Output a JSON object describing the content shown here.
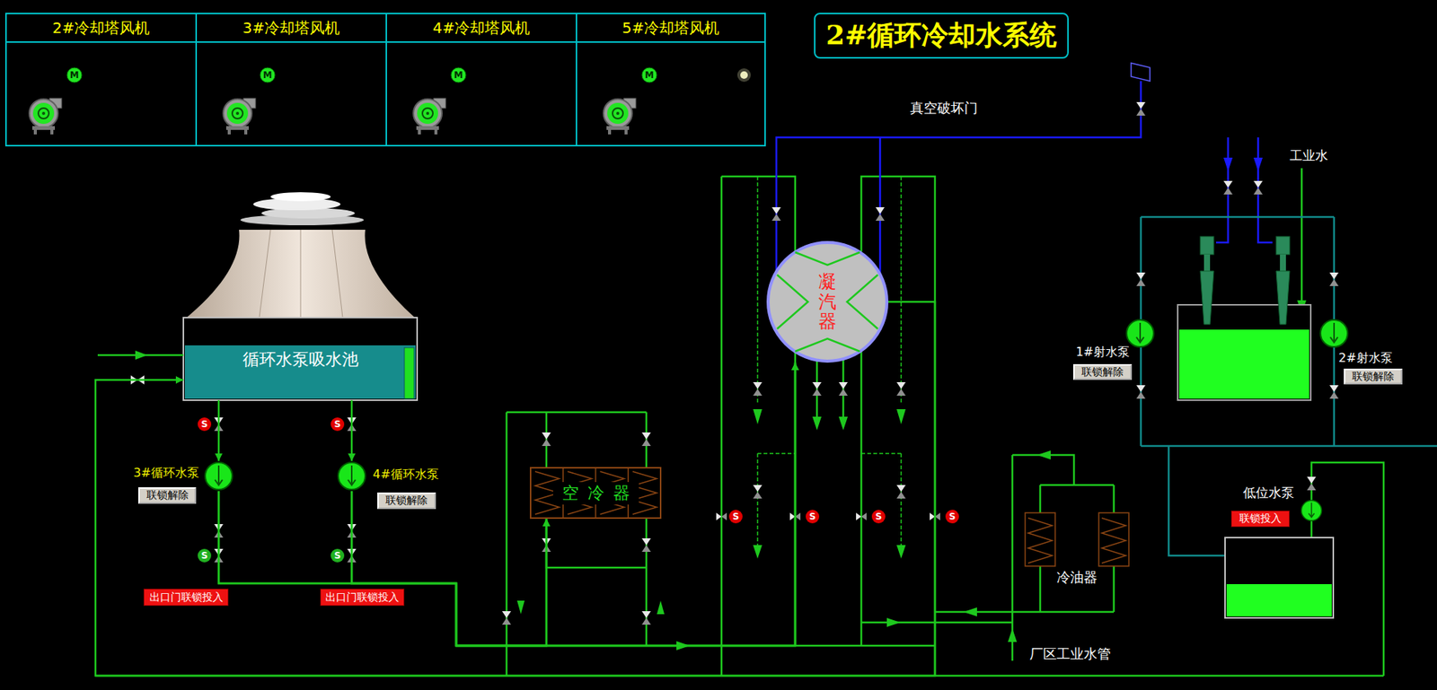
{
  "diagram": {
    "title": "2#循环冷却水系统",
    "nodes": [
      {
        "text": [
          "2#冷却塔风机"
        ]
      },
      {
        "text": [
          "3#冷却塔风机"
        ]
      },
      {
        "text": [
          "4#冷却塔风机"
        ]
      },
      {
        "text": [
          "5#冷却塔风机"
        ]
      },
      {
        "text": [
          "循环水泵吸水池"
        ]
      },
      {
        "text": [
          "3#循环水泵"
        ]
      },
      {
        "text": [
          "联锁解除"
        ]
      },
      {
        "text": [
          "4#循环水泵"
        ]
      },
      {
        "text": [
          "联锁解除"
        ]
      },
      {
        "text": [
          "出口门联锁投入"
        ]
      },
      {
        "text": [
          "出口门联锁投入"
        ]
      },
      {
        "text": [
          "空冷器"
        ]
      },
      {
        "text": [
          "凝汽器"
        ]
      },
      {
        "text": [
          "1#射水泵"
        ]
      },
      {
        "text": [
          "联锁解除"
        ]
      },
      {
        "text": [
          "2#射水泵"
        ]
      },
      {
        "text": [
          "联锁解除"
        ]
      },
      {
        "text": [
          "低位水泵"
        ]
      },
      {
        "text": [
          "联锁投入"
        ]
      },
      {
        "text": [
          "冷油器"
        ]
      }
    ],
    "edges": [
      {
        "from": 4,
        "to": 5,
        "arrow": "to"
      },
      {
        "from": 4,
        "to": 7,
        "arrow": "to"
      },
      {
        "from": 5,
        "to": 11,
        "arrow": "to"
      },
      {
        "from": 7,
        "to": 11,
        "arrow": "to"
      },
      {
        "from": 5,
        "to": 12,
        "arrow": "to"
      },
      {
        "from": 7,
        "to": 12,
        "arrow": "to"
      },
      {
        "from": 12,
        "to": 4,
        "arrow": "to"
      }
    ],
    "labels": [
      "M",
      "M",
      "M",
      "M",
      "真空破坏门",
      "工业水",
      "S",
      "S",
      "S",
      "S",
      "S",
      "S",
      "S",
      "S",
      "厂区工业水管"
    ]
  }
}
